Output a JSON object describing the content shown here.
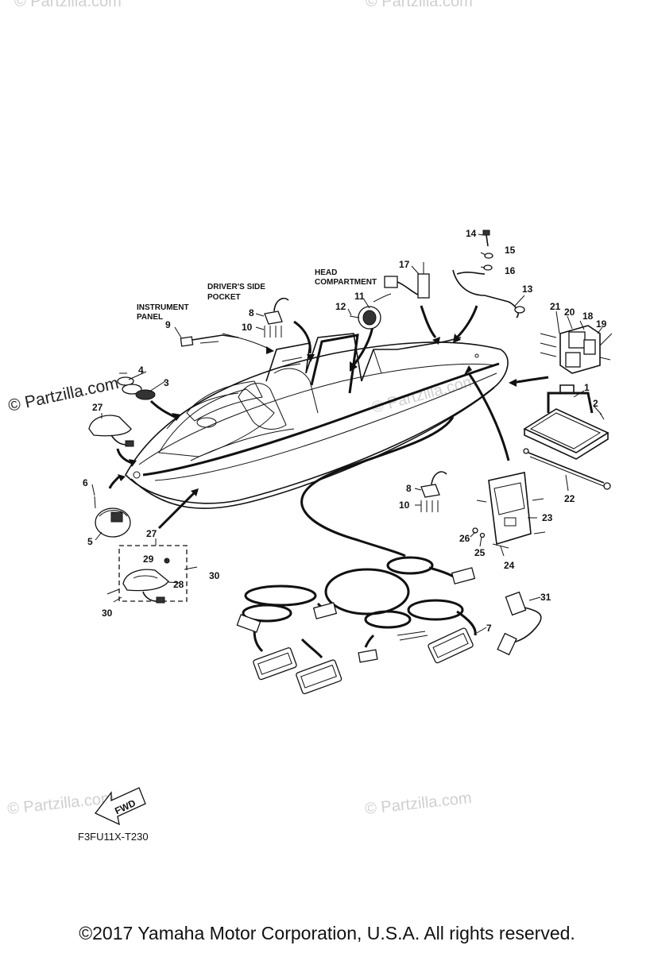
{
  "captions": {
    "instrument_panel": "INSTRUMENT\nPANEL",
    "drivers_side_pocket": "DRIVER'S SIDE\nPOCKET",
    "head_compartment": "HEAD\nCOMPARTMENT",
    "fwd": "FWD"
  },
  "diagram_code": "F3FU11X-T230",
  "watermark": "© Partzilla.com",
  "copyright": "©2017  Yamaha Motor Corporation, U.S.A. All rights reserved.",
  "callouts": [
    {
      "id": "1",
      "label": "1"
    },
    {
      "id": "2",
      "label": "2"
    },
    {
      "id": "3",
      "label": "3"
    },
    {
      "id": "4",
      "label": "4"
    },
    {
      "id": "5",
      "label": "5"
    },
    {
      "id": "6",
      "label": "6"
    },
    {
      "id": "7",
      "label": "7"
    },
    {
      "id": "8a",
      "label": "8"
    },
    {
      "id": "8b",
      "label": "8"
    },
    {
      "id": "9",
      "label": "9"
    },
    {
      "id": "10a",
      "label": "10"
    },
    {
      "id": "10b",
      "label": "10"
    },
    {
      "id": "11",
      "label": "11"
    },
    {
      "id": "12",
      "label": "12"
    },
    {
      "id": "13",
      "label": "13"
    },
    {
      "id": "14",
      "label": "14"
    },
    {
      "id": "15",
      "label": "15"
    },
    {
      "id": "16",
      "label": "16"
    },
    {
      "id": "17",
      "label": "17"
    },
    {
      "id": "18",
      "label": "18"
    },
    {
      "id": "19",
      "label": "19"
    },
    {
      "id": "20",
      "label": "20"
    },
    {
      "id": "21",
      "label": "21"
    },
    {
      "id": "22",
      "label": "22"
    },
    {
      "id": "23",
      "label": "23"
    },
    {
      "id": "24",
      "label": "24"
    },
    {
      "id": "25",
      "label": "25"
    },
    {
      "id": "26",
      "label": "26"
    },
    {
      "id": "27a",
      "label": "27"
    },
    {
      "id": "27b",
      "label": "27"
    },
    {
      "id": "28",
      "label": "28"
    },
    {
      "id": "29",
      "label": "29"
    },
    {
      "id": "30a",
      "label": "30"
    },
    {
      "id": "30b",
      "label": "30"
    },
    {
      "id": "31",
      "label": "31"
    }
  ]
}
